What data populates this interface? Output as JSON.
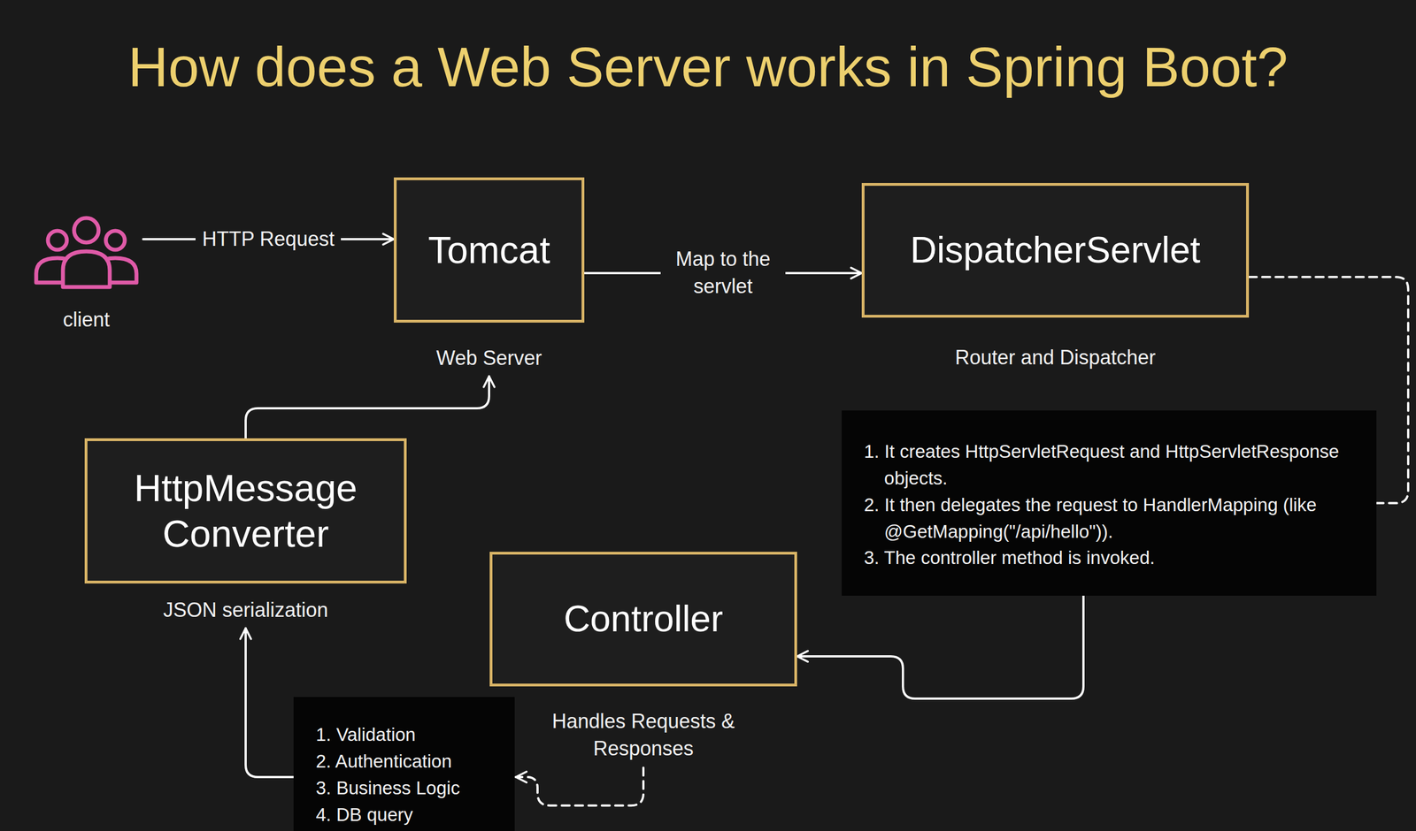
{
  "diagram": {
    "title": "How does a Web Server works in Spring Boot?",
    "nodes": [
      {
        "text": [
          "client"
        ]
      },
      {
        "text": [
          "Tomcat",
          "Web Server"
        ]
      },
      {
        "text": [
          "DispatcherServlet",
          "Router and Dispatcher"
        ]
      },
      {
        "text": [
          "1. It creates HttpServletRequest and HttpServletResponse objects.",
          "2. It then delegates the request to HandlerMapping (like @GetMapping(\"/api/hello\")).",
          "3. The controller method is invoked."
        ]
      },
      {
        "text": [
          "HttpMessage Converter",
          "JSON serialization"
        ]
      },
      {
        "text": [
          "Controller",
          "Handles Requests & Responses"
        ]
      },
      {
        "text": [
          "1. Validation",
          "2. Authentication",
          "3. Business Logic",
          "4. DB query"
        ]
      }
    ],
    "edges": [
      {
        "from": 0,
        "to": 1,
        "label": "HTTP Request",
        "arrow": "to"
      },
      {
        "from": 1,
        "to": 2,
        "label": "Map to the servlet",
        "arrow": "to"
      },
      {
        "from": 2,
        "to": 3,
        "arrow": "none"
      },
      {
        "from": 3,
        "to": 5,
        "arrow": "to"
      },
      {
        "from": 5,
        "to": 6,
        "arrow": "to"
      },
      {
        "from": 6,
        "to": 4,
        "arrow": "to"
      },
      {
        "from": 4,
        "to": 1,
        "arrow": "to"
      }
    ]
  }
}
